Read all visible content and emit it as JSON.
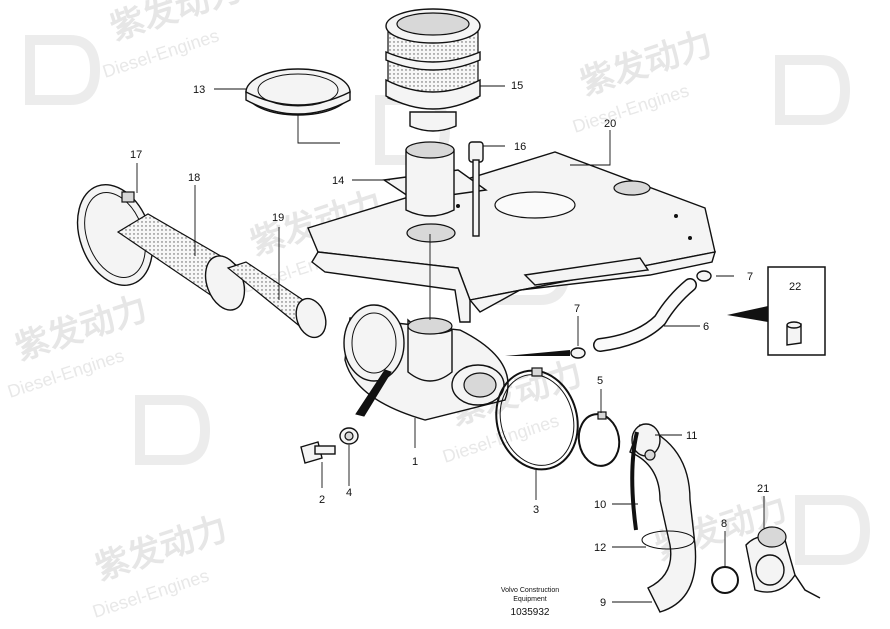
{
  "watermark": {
    "brand_cn": "紫发动力",
    "brand_en": "Diesel-Engines"
  },
  "callouts": {
    "c1": "1",
    "c2": "2",
    "c3": "3",
    "c4": "4",
    "c5": "5",
    "c6": "6",
    "c7a": "7",
    "c7b": "7",
    "c8": "8",
    "c9": "9",
    "c10": "10",
    "c11": "11",
    "c12": "12",
    "c13": "13",
    "c14": "14",
    "c15": "15",
    "c16": "16",
    "c17": "17",
    "c18": "18",
    "c19": "19",
    "c20": "20",
    "c21": "21",
    "c22": "22"
  },
  "footer": {
    "line1": "Volvo Construction",
    "line2": "Equipment",
    "doc_number": "1035932"
  }
}
